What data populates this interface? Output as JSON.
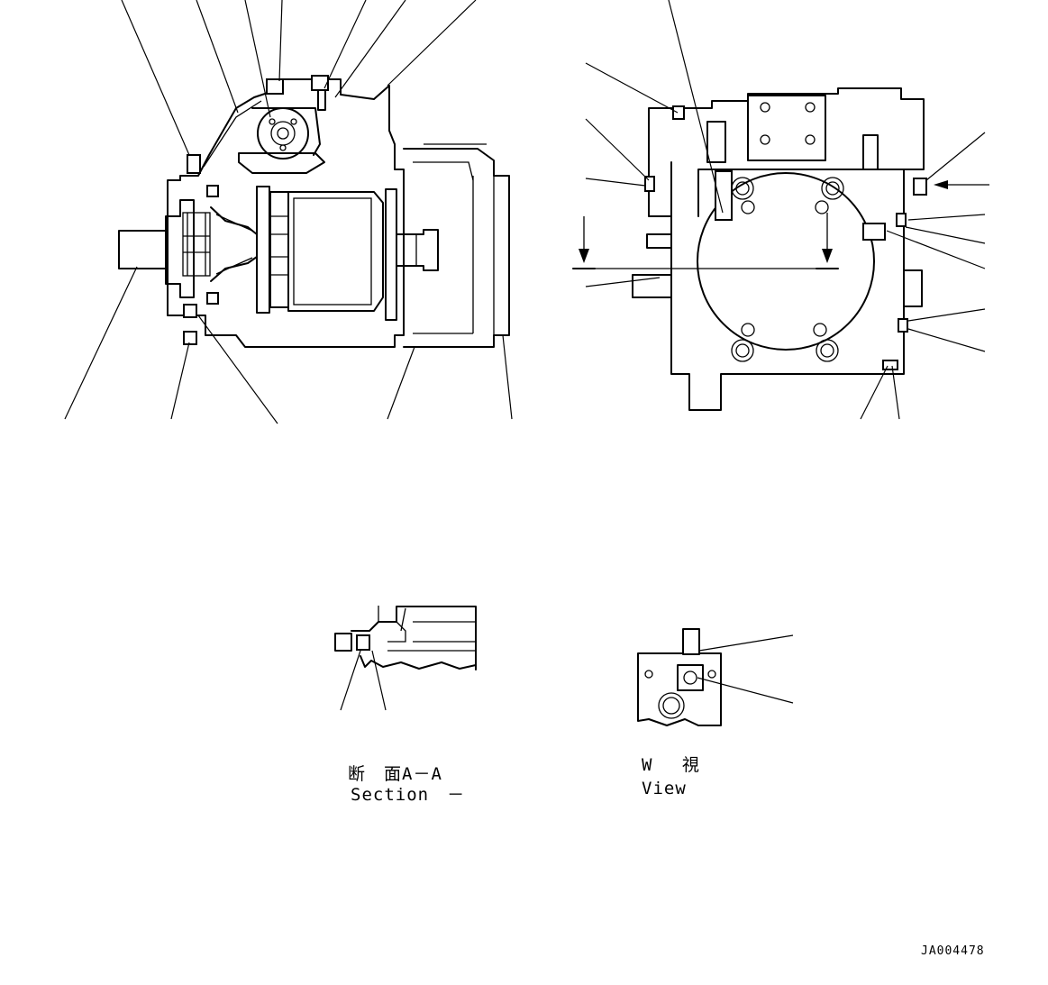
{
  "section_view": {
    "label_jp": "断　面A－A",
    "label_en": "Section　－"
  },
  "w_view": {
    "label_jp": "W　 視",
    "label_en": "View"
  },
  "drawing_code": "JA004478"
}
